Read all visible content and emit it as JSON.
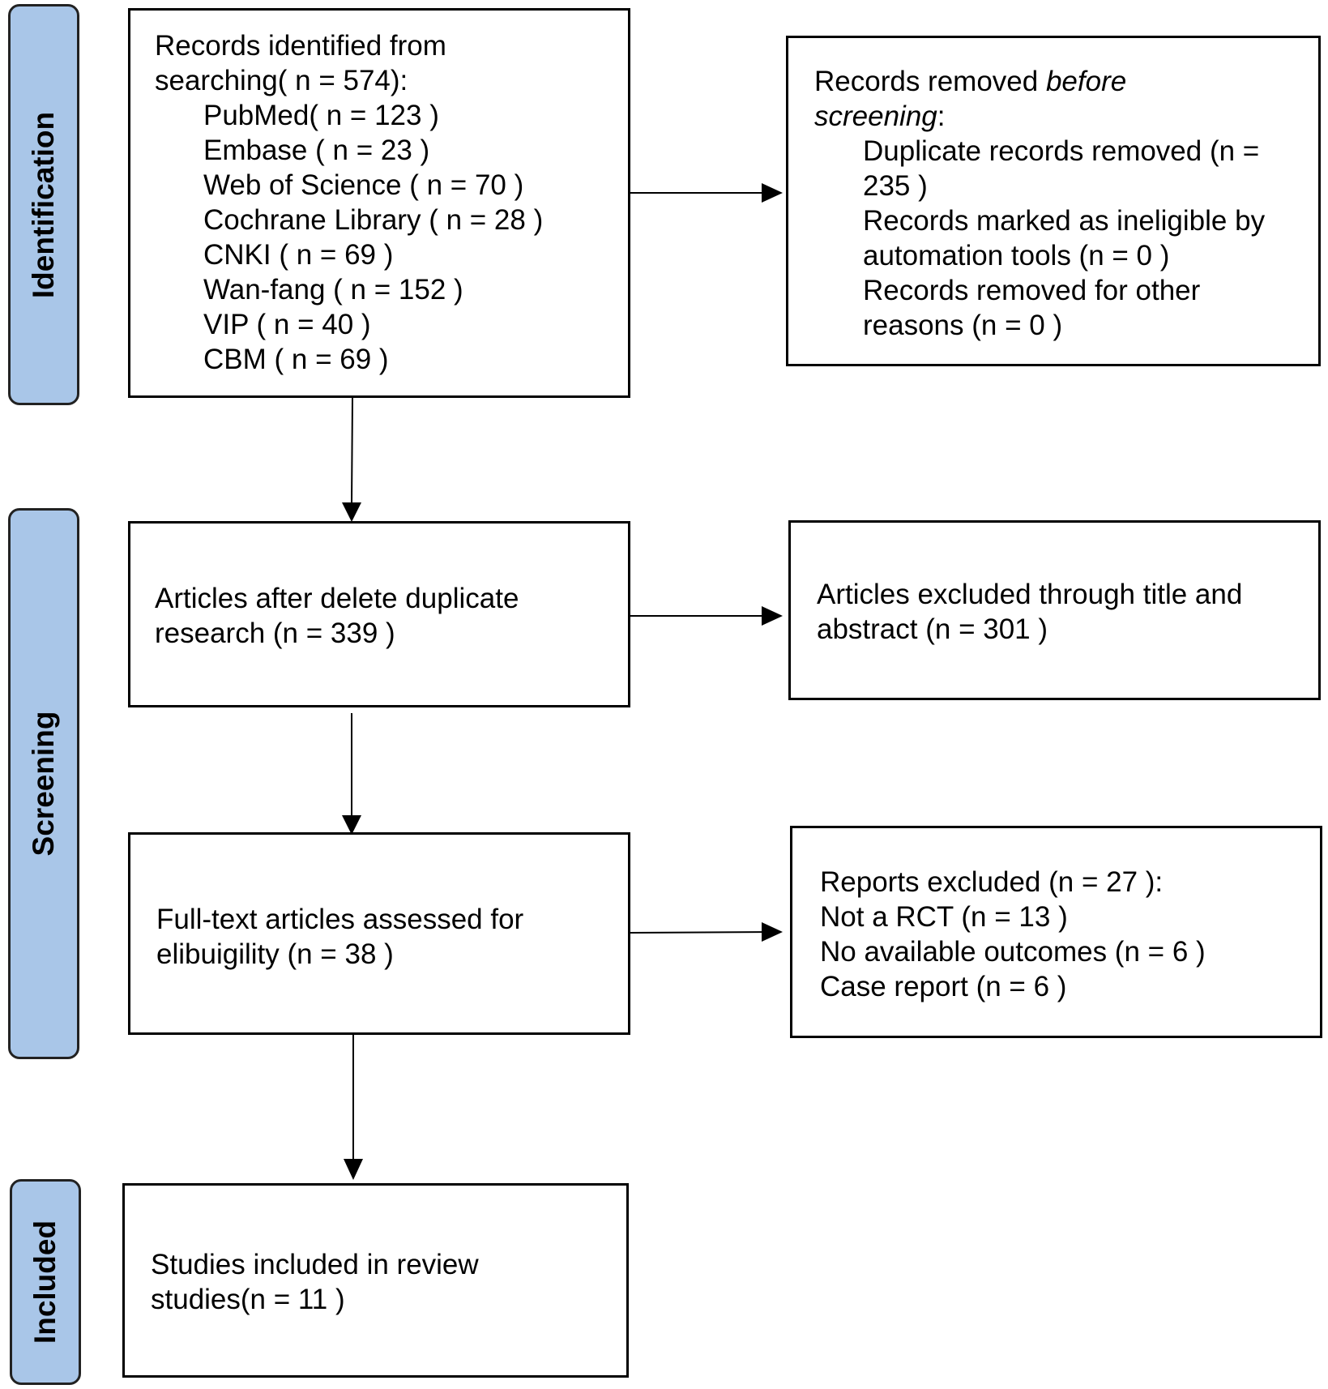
{
  "phases": {
    "identification": "Identification",
    "screening": "Screening",
    "included": "Included"
  },
  "identified": {
    "heading_line1": "Records identified from",
    "heading_line2": "searching( n = 574):",
    "sources": [
      "PubMed( n = 123 )",
      "Embase ( n = 23 )",
      "Web of Science ( n = 70 )",
      "Cochrane Library ( n = 28 )",
      "CNKI ( n = 69 )",
      "Wan-fang ( n = 152 )",
      "VIP ( n = 40 )",
      "CBM ( n = 69 )"
    ]
  },
  "removed": {
    "heading_pre": "Records removed ",
    "heading_em1": "before",
    "heading_em2": "screening",
    "heading_colon": ":",
    "items": [
      "Duplicate records removed  (n = 235 )",
      "Records marked as ineligible by automation tools (n = 0 )",
      "Records removed for other reasons (n = 0 )"
    ]
  },
  "after_duplicates": {
    "line1": "Articles after delete duplicate",
    "line2": "research (n = 339 )"
  },
  "excluded_title": {
    "line1": "Articles excluded through title and",
    "line2": "abstract (n = 301 )"
  },
  "fulltext": {
    "line1": "Full-text articles assessed for",
    "line2": "elibuigility (n = 38 )"
  },
  "reports_excluded": {
    "heading": "Reports excluded (n = 27 ):",
    "items": [
      "Not a RCT (n = 13 )",
      "No available outcomes (n = 6 )",
      "Case report (n = 6 )"
    ]
  },
  "included": {
    "line1": "Studies included in review",
    "line2": "studies(n = 11 )"
  }
}
